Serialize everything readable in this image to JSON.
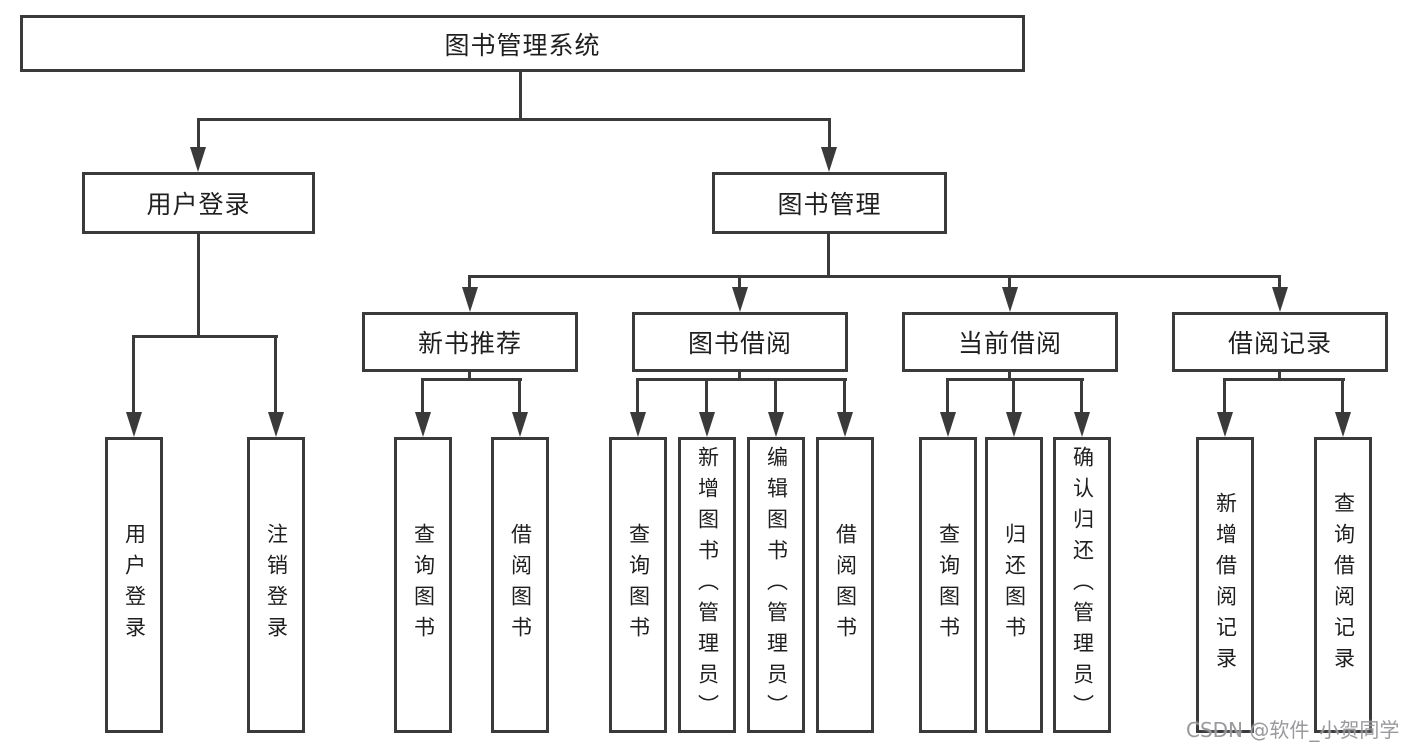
{
  "watermark": "CSDN @软件_小贺同学",
  "colors": {
    "line": "#3a3a3a",
    "box_border": "#3a3a3a",
    "text": "#1f1f1f",
    "background": "#ffffff",
    "watermark": "#949499"
  },
  "tree": {
    "label": "图书管理系统",
    "children": [
      {
        "label": "用户登录",
        "children": [
          {
            "label": "用户登录"
          },
          {
            "label": "注销登录"
          }
        ]
      },
      {
        "label": "图书管理",
        "children": [
          {
            "label": "新书推荐",
            "children": [
              {
                "label": "查询图书"
              },
              {
                "label": "借阅图书"
              }
            ]
          },
          {
            "label": "图书借阅",
            "children": [
              {
                "label": "查询图书"
              },
              {
                "label": "新增图书（管理员）"
              },
              {
                "label": "编辑图书（管理员）"
              },
              {
                "label": "借阅图书"
              }
            ]
          },
          {
            "label": "当前借阅",
            "children": [
              {
                "label": "查询图书"
              },
              {
                "label": "归还图书"
              },
              {
                "label": "确认归还（管理员）"
              }
            ]
          },
          {
            "label": "借阅记录",
            "children": [
              {
                "label": "新增借阅记录"
              },
              {
                "label": "查询借阅记录"
              }
            ]
          }
        ]
      }
    ]
  }
}
